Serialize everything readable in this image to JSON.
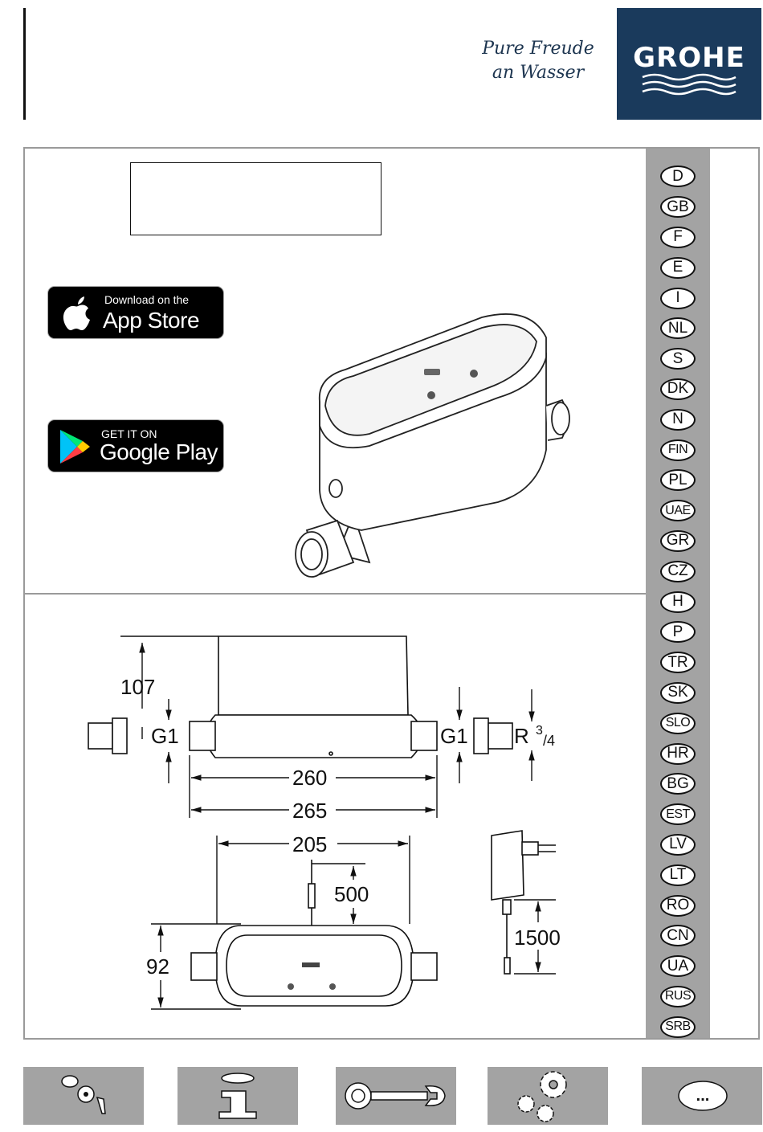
{
  "header": {
    "slogan_line1": "Pure Freude",
    "slogan_line2": "an Wasser",
    "brand": "GROHE"
  },
  "stores": {
    "apple": {
      "top": "Download on the",
      "main": "App Store"
    },
    "google": {
      "top": "GET IT ON",
      "main": "Google Play"
    }
  },
  "languages": [
    "D",
    "GB",
    "F",
    "E",
    "I",
    "NL",
    "S",
    "DK",
    "N",
    "FIN",
    "PL",
    "UAE",
    "GR",
    "CZ",
    "H",
    "P",
    "TR",
    "SK",
    "SLO",
    "HR",
    "BG",
    "EST",
    "LV",
    "LT",
    "RO",
    "CN",
    "UA",
    "RUS",
    "SRB"
  ],
  "dimensions": {
    "height_top": "107",
    "thread_left": "G1",
    "thread_right": "G1",
    "r_thread": "R",
    "r_sup": "3",
    "r_sub": "/4",
    "len_inner": "260",
    "len_outer": "265",
    "len_top": "205",
    "cable_length": "500",
    "depth": "92",
    "adapter_cable": "1500"
  },
  "bottom_icons": [
    "parts-icon",
    "info-icon",
    "wrench-icon",
    "gears-icon",
    "more-icon"
  ],
  "more_label": "...",
  "colors": {
    "brand_navy": "#1a3a5c",
    "panel_grey": "#a3a3a3"
  }
}
